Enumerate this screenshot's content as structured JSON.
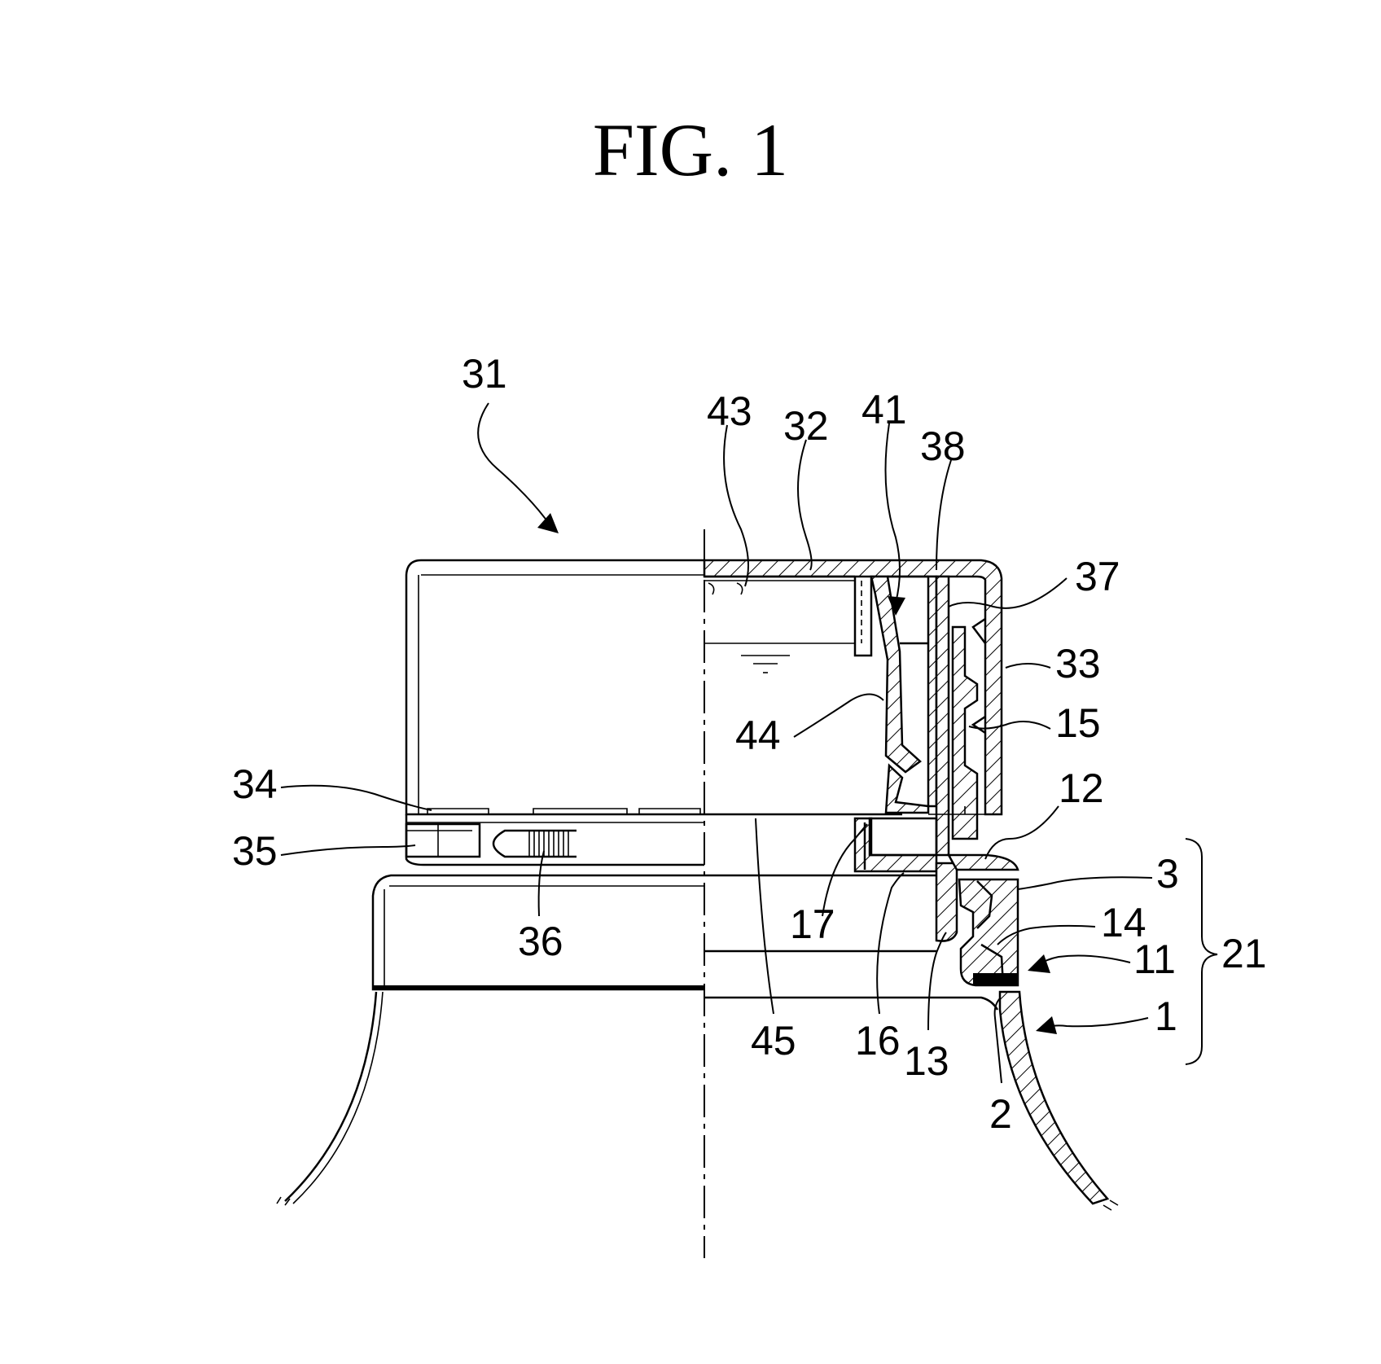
{
  "figure": {
    "title": "FIG. 1",
    "labels": {
      "l31": "31",
      "l43": "43",
      "l32": "32",
      "l41": "41",
      "l38": "38",
      "l37": "37",
      "l33": "33",
      "l15": "15",
      "l44": "44",
      "l12": "12",
      "l34": "34",
      "l35": "35",
      "l36": "36",
      "l17": "17",
      "l3": "3",
      "l14": "14",
      "l11": "11",
      "l21": "21",
      "l45": "45",
      "l16": "16",
      "l13": "13",
      "l1": "1",
      "l2": "2"
    }
  }
}
